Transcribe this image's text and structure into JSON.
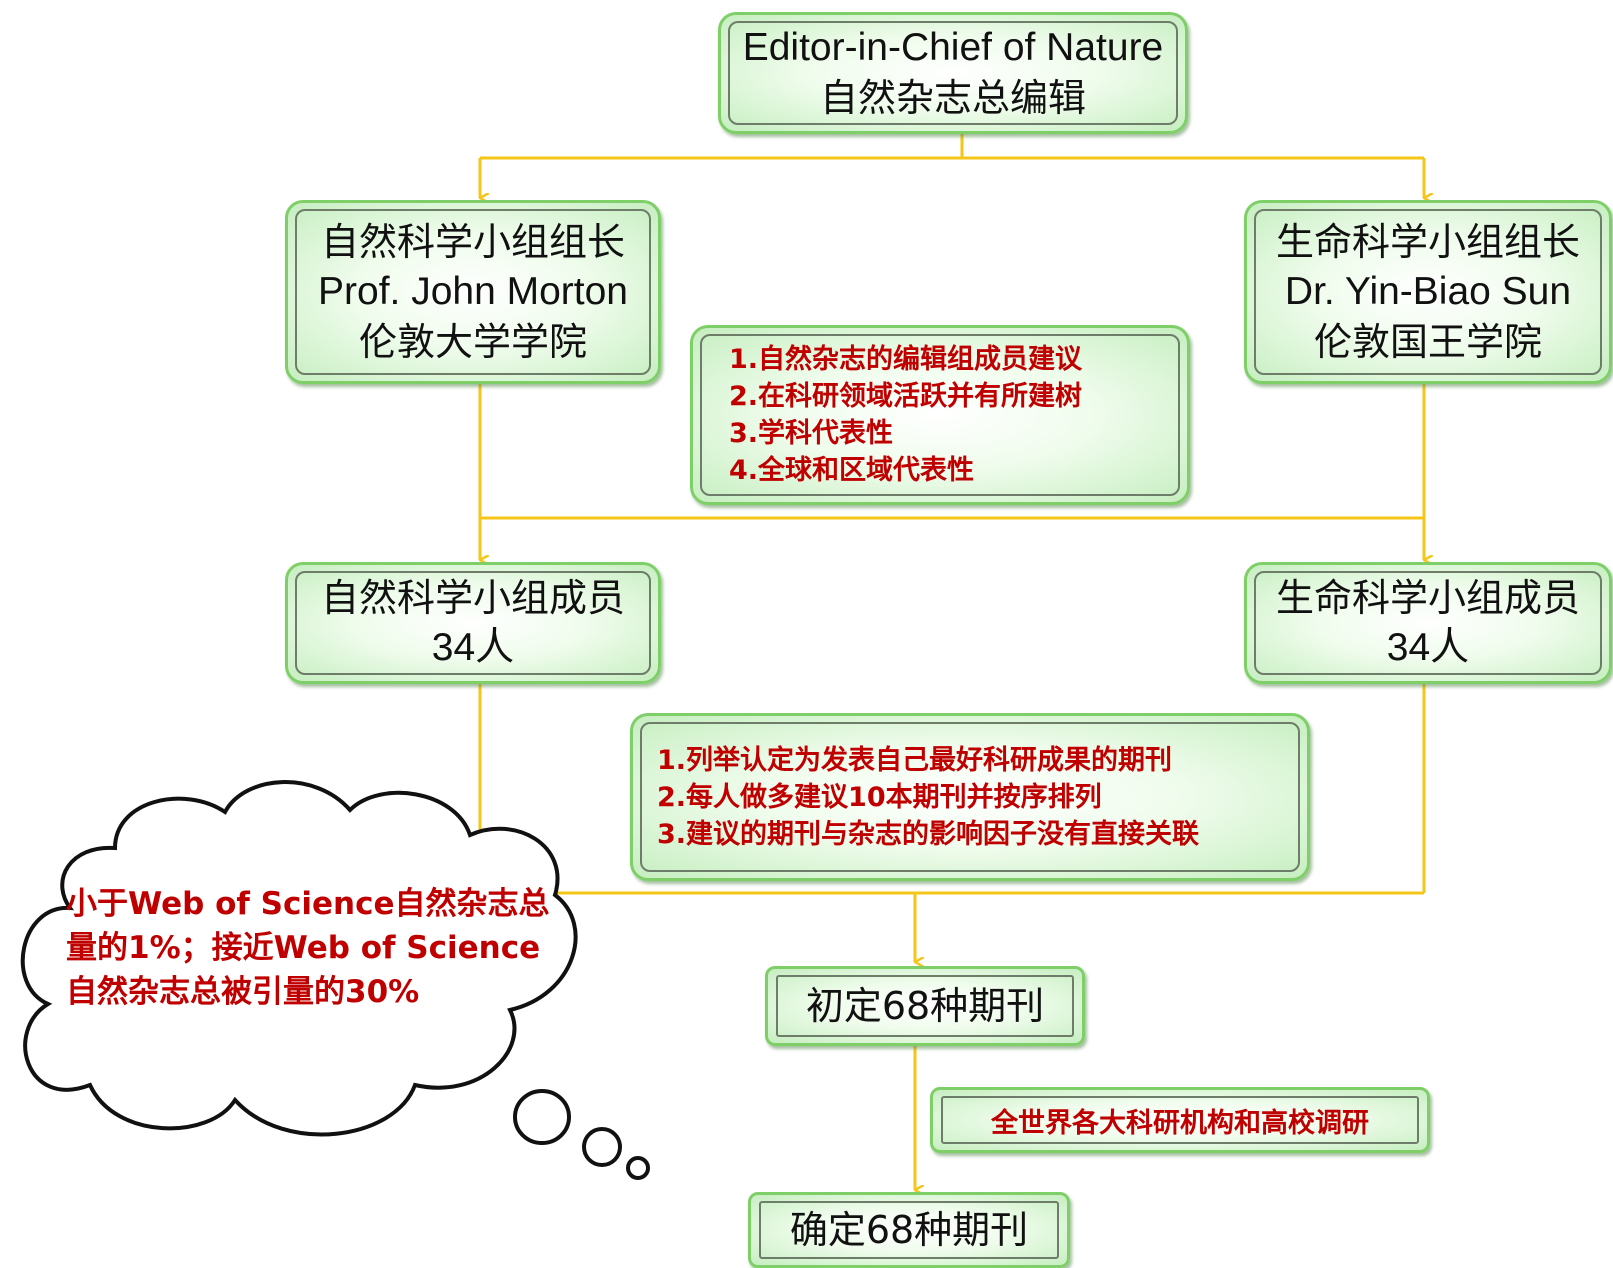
{
  "colors": {
    "connector": "#f5c518",
    "box_border": "#7fcf68",
    "box_fill": "#c6eec0",
    "criteria_text": "#c00000"
  },
  "top": {
    "title_en": "Editor-in-Chief of Nature",
    "title_cn": "自然杂志总编辑"
  },
  "natural_lead": {
    "role": "自然科学小组组长",
    "name": "Prof. John Morton",
    "org": "伦敦大学学院"
  },
  "life_lead": {
    "role": "生命科学小组组长",
    "name": "Dr. Yin-Biao Sun",
    "org": "伦敦国王学院"
  },
  "selection_criteria": [
    "1.自然杂志的编辑组成员建议",
    "2.在科研领域活跃并有所建树",
    "3.学科代表性",
    "4.全球和区域代表性"
  ],
  "natural_members": {
    "label": "自然科学小组成员",
    "count": "34人"
  },
  "life_members": {
    "label": "生命科学小组成员",
    "count": "34人"
  },
  "member_tasks": [
    "1.列举认定为发表自己最好科研成果的期刊",
    "2.每人做多建议10本期刊并按序排列",
    "3.建议的期刊与杂志的影响因子没有直接关联"
  ],
  "initial_selection": "初定68种期刊",
  "survey_note": "全世界各大科研机构和高校调研",
  "final_selection": "确定68种期刊",
  "thought_bubble": "小于Web of Science自然杂志总量的1%；接近Web of Science自然杂志总被引量的30%"
}
